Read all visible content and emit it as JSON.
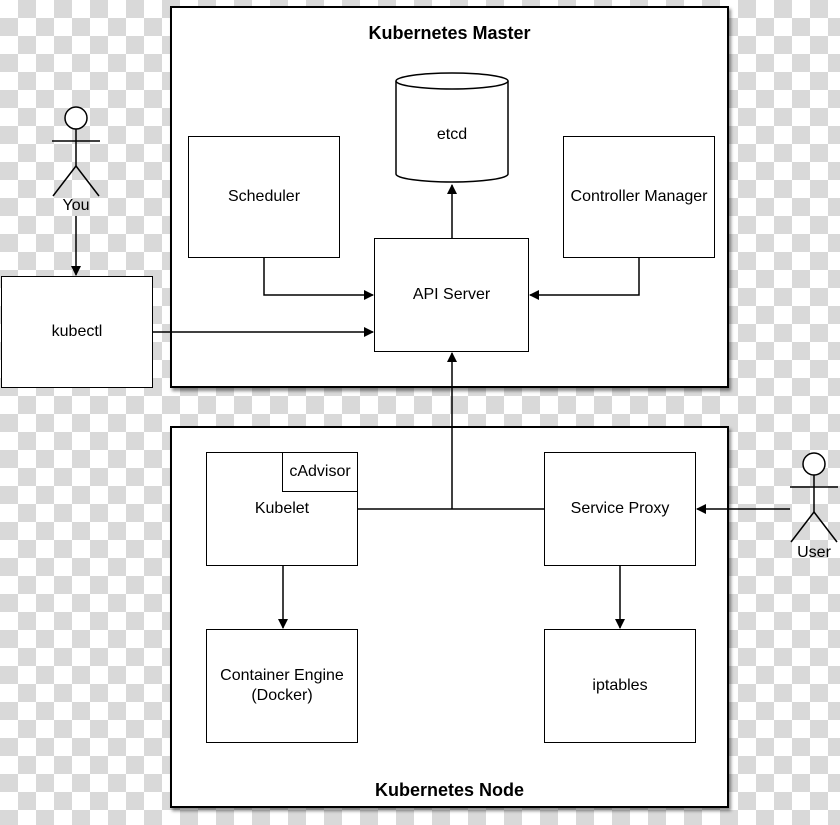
{
  "master": {
    "title": "Kubernetes Master"
  },
  "node": {
    "title": "Kubernetes Node"
  },
  "components": {
    "etcd": "etcd",
    "scheduler": "Scheduler",
    "controller_manager": "Controller Manager",
    "api_server": "API Server",
    "kubectl": "kubectl",
    "kubelet": "Kubelet",
    "cadvisor": "cAdvisor",
    "service_proxy": "Service Proxy",
    "container_engine": "Container Engine\n(Docker)",
    "iptables": "iptables"
  },
  "actors": {
    "you": "You",
    "user": "User"
  }
}
